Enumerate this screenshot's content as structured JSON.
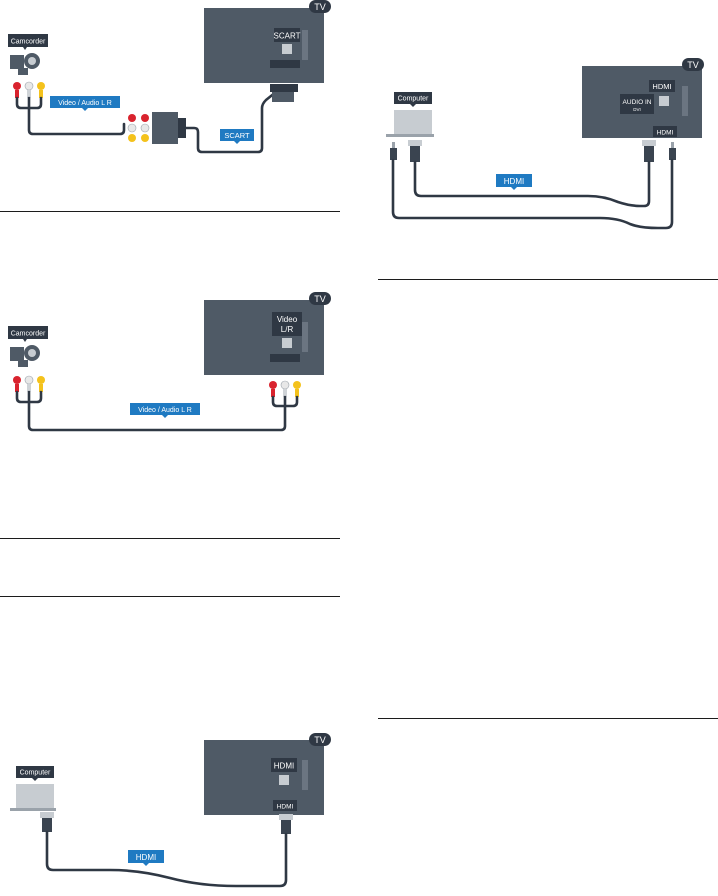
{
  "diagram_scart": {
    "tv_badge": "TV",
    "tv_port_label": "SCART",
    "device_label": "Camcorder",
    "cable_av_label": "Video / Audio L R",
    "cable_scart_label": "SCART"
  },
  "diagram_av": {
    "tv_badge": "TV",
    "tv_port_label_line1": "Video",
    "tv_port_label_line2": "L/R",
    "device_label": "Camcorder",
    "cable_label": "Video / Audio L R"
  },
  "diagram_hdmi_audio": {
    "tv_badge": "TV",
    "tv_port_label": "HDMI",
    "tv_audio_label": "AUDIO IN",
    "tv_audio_sublabel": "DVI",
    "tv_port_tag": "HDMI",
    "device_label": "Computer",
    "cable_label": "HDMI"
  },
  "diagram_hdmi": {
    "tv_badge": "TV",
    "tv_port_label": "HDMI",
    "tv_port_tag": "HDMI",
    "device_label": "Computer",
    "cable_label": "HDMI"
  },
  "colors": {
    "tv_body": "#4f5a66",
    "label_dark": "#2f3844",
    "label_blue": "#1f7ac2",
    "rca_red": "#d9232e",
    "rca_white": "#e8e8e8",
    "rca_yellow": "#f4c21c"
  }
}
